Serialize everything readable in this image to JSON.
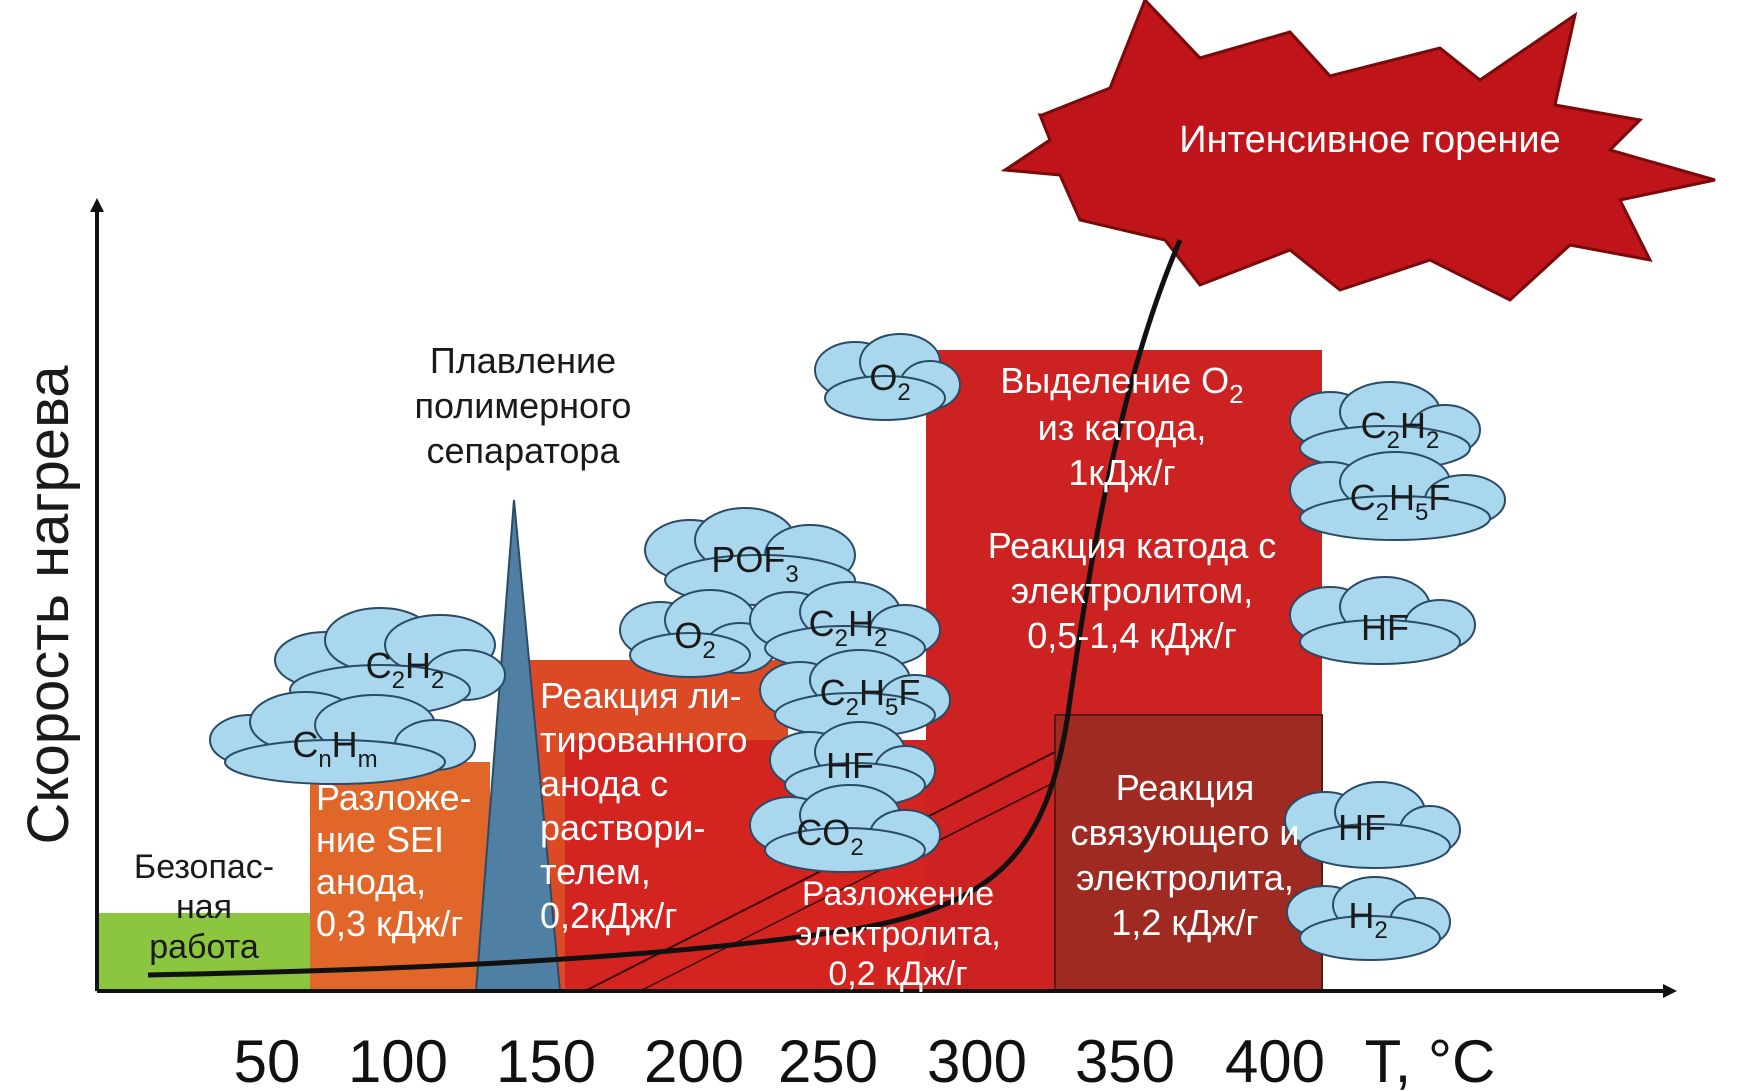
{
  "axis": {
    "y_label": "Скорость нагрева",
    "x_ticks": [
      "50",
      "100",
      "150",
      "200",
      "250",
      "300",
      "350",
      "400"
    ],
    "x_unit": "T, °C"
  },
  "zones": {
    "safe": [
      "Безопас-",
      "ная",
      "работа"
    ],
    "sei": [
      "Разложе-",
      "ние SEI",
      "анода,",
      "0,3 кДж/г"
    ],
    "separator": [
      "Плавление",
      "полимерного",
      "сепаратора"
    ],
    "anode": [
      "Реакция ли-",
      "тированного",
      "анода с",
      "раствори-",
      "телем,",
      "0,2кДж/г"
    ],
    "electrolyte": [
      "Разложение",
      "электролита,",
      "0,2 кДж/г"
    ],
    "cathode_o2": {
      "line1": "Выделение O",
      "sub": "2",
      "line2": "из катода,",
      "line3": "1кДж/г"
    },
    "cathode_electrolyte": [
      "Реакция катода с",
      "электролитом,",
      "0,5-1,4 кДж/г"
    ],
    "binder": [
      "Реакция",
      "связующего и",
      "электролита,",
      "1,2 кДж/г"
    ],
    "combustion": "Интенсивное горение"
  },
  "gases": {
    "c2h2": {
      "base": "C",
      "s1": "2",
      "mid": "H",
      "s2": "2"
    },
    "cnhm": {
      "base": "C",
      "s1": "n",
      "mid": "H",
      "s2": "m"
    },
    "pof3": {
      "base": "POF",
      "s1": "3"
    },
    "o2": {
      "base": "O",
      "s1": "2"
    },
    "c2h5f": {
      "base": "C",
      "s1": "2",
      "mid": "H",
      "s2": "5",
      "tail": "F"
    },
    "hf": "HF",
    "co2": {
      "base": "CO",
      "s1": "2"
    },
    "h2": {
      "base": "H",
      "s1": "2"
    }
  },
  "colors": {
    "safe": "#8cc63f",
    "sei": "#e0662a",
    "anode": "#db4a25",
    "electrolyte": "#d42420",
    "cathode": "#cc2222",
    "binder": "#9e2a22",
    "separator": "#4f7fa3",
    "cloud": "#a9d7ee",
    "cloud_dark": "#7c5260",
    "combustion": "#c0141b"
  }
}
